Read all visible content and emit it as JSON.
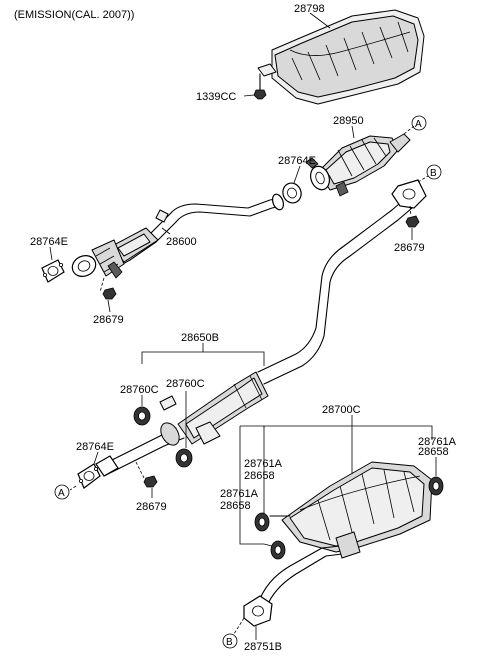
{
  "header": {
    "title": "(EMISSION(CAL. 2007))"
  },
  "labels": {
    "heat_protector": "28798",
    "bolt": "1339CC",
    "catalytic_converter": "28950",
    "gasket_upper": "28764E",
    "front_pipe": "28600",
    "gasket_front_left": "28764E",
    "nut_front": "28679",
    "nut_b": "28679",
    "center_pipe_group": "28650B",
    "hanger_left": "28760C",
    "hanger_right": "28760C",
    "gasket_center": "28764E",
    "nut_center": "28679",
    "muffler_group": "28700C",
    "hanger_muffler_top_a": "28761A",
    "hanger_muffler_top_b": "28658",
    "hanger_muffler_mid_a": "28761A",
    "hanger_muffler_mid_b": "28658",
    "hanger_muffler_right_a": "28761A",
    "hanger_muffler_right_b": "28658",
    "tail_gasket": "28751B"
  },
  "markers": {
    "a": "A",
    "b": "B"
  }
}
